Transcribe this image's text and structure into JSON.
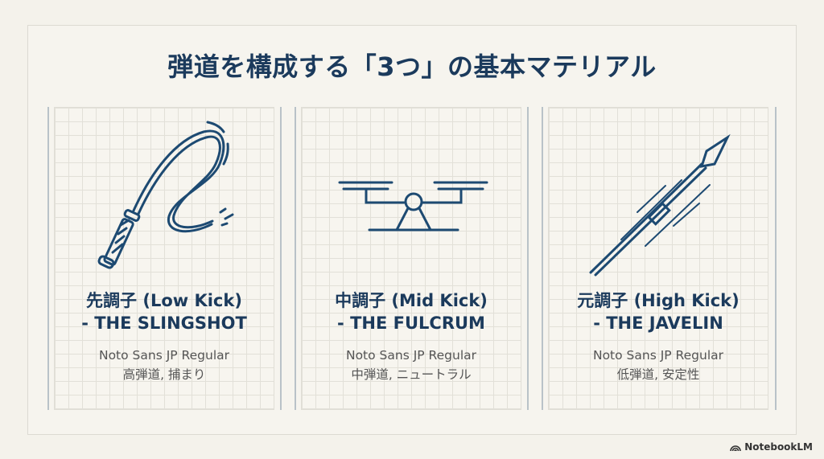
{
  "title": "弾道を構成する「3つ」の基本マテリアル",
  "cards": [
    {
      "icon": "whip-icon",
      "title_line1": "先調子 (Low Kick)",
      "title_line2": "- THE SLINGSHOT",
      "font_label": "Noto Sans JP Regular",
      "description": "高弾道, 捕まり"
    },
    {
      "icon": "seesaw-balance-icon",
      "title_line1": "中調子 (Mid Kick)",
      "title_line2": "- THE FULCRUM",
      "font_label": "Noto Sans JP Regular",
      "description": "中弾道, ニュートラル"
    },
    {
      "icon": "javelin-icon",
      "title_line1": "元調子 (High Kick)",
      "title_line2": "- THE JAVELIN",
      "font_label": "Noto Sans JP Regular",
      "description": "低弾道, 安定性"
    }
  ],
  "brand": {
    "icon": "notebooklm-logo-icon",
    "label": "NotebookLM"
  },
  "colors": {
    "accent": "#1b3a5c",
    "background": "#f4f2eb",
    "grid": "#e2e0d8"
  }
}
